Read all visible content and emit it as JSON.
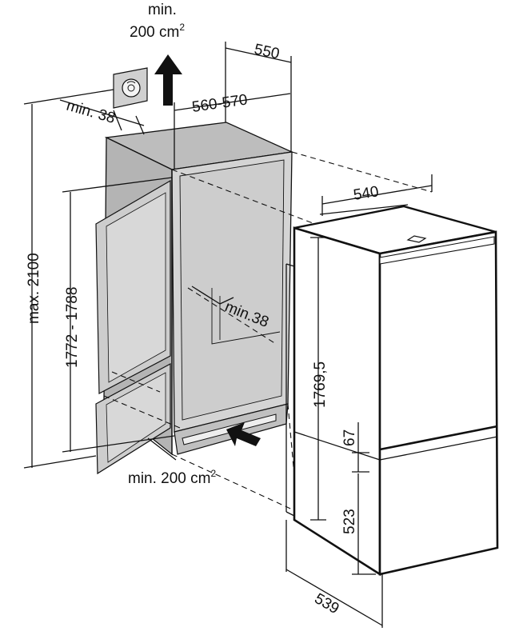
{
  "labels": {
    "vent_top_line1": "min.",
    "vent_top_line2": "200 cm",
    "vent_top_sup": "2",
    "niche_depth": "550",
    "niche_width": "560-570",
    "top_gap": "min. 38",
    "max_height": "max. 2100",
    "niche_height": "1772 - 1788",
    "back_gap": "min.38",
    "vent_bottom": "min. 200 cm",
    "vent_bottom_sup": "2",
    "appliance_width": "540",
    "appliance_height": "1769,5",
    "gap_67": "67",
    "freezer_height": "523",
    "appliance_depth": "539"
  },
  "icons": {
    "vent_grille": "vent-grille-icon",
    "air_out": "arrow-up-icon",
    "air_in": "arrow-left-icon"
  },
  "colors": {
    "line": "#111111",
    "cabinet_shade": "#c4c4c4",
    "cabinet_inner": "#d2d2d2",
    "cabinet_side": "#b4b4b4",
    "door_shade": "#cfcfcf",
    "appliance": "#ffffff"
  }
}
